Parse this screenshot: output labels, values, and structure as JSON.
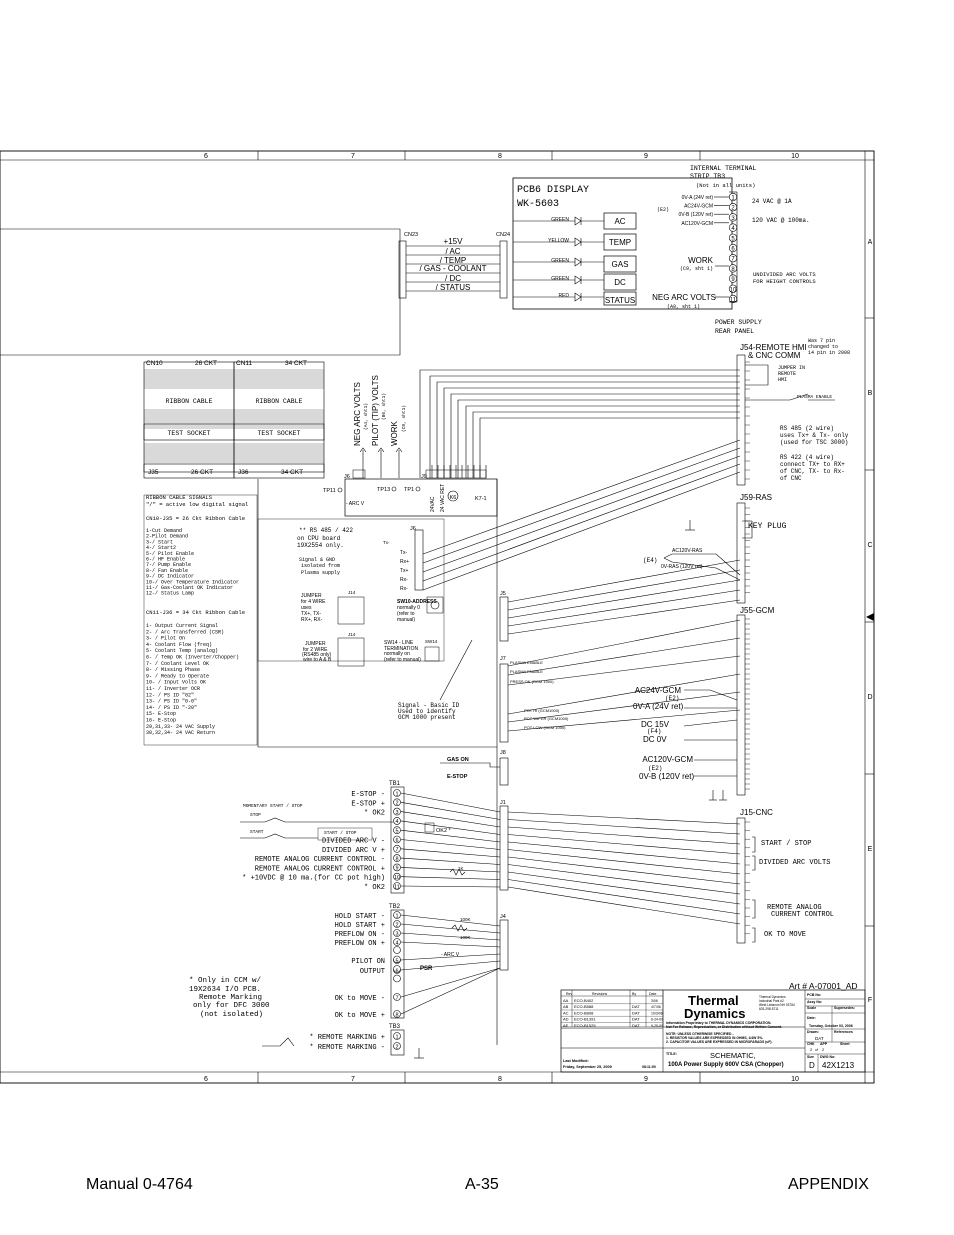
{
  "footer": {
    "manual": "Manual  0-4764",
    "page": "A-35",
    "section": "APPENDIX"
  },
  "frame": {
    "columns_top": [
      "6",
      "7",
      "8",
      "9",
      "10"
    ],
    "columns_bottom": [
      "6",
      "7",
      "8",
      "9",
      "10"
    ],
    "rows": [
      "A",
      "B",
      "C",
      "D",
      "E",
      "F"
    ]
  },
  "pcb6": {
    "title": "PCB6  DISPLAY",
    "part": "WK-5603",
    "leds": [
      "GREEN",
      "YELLOW",
      "GREEN",
      "GREEN",
      "RED"
    ],
    "indicators": [
      "AC",
      "TEMP",
      "GAS",
      "DC",
      "STATUS"
    ]
  },
  "cn23": "CN23",
  "cn24": "CN24",
  "cn_signals": [
    "+15V",
    "/ AC",
    "/ TEMP",
    "/ GAS - COOLANT",
    "/ DC",
    "/ STATUS"
  ],
  "tb3": {
    "title": "INTERNAL TERMINAL",
    "title2": "STRIP   TB3",
    "note": "(Not in all units)",
    "e2": "(E2)",
    "labels": [
      "0V-A (24V ret)",
      "AC24V-GCM",
      "0V-B (120V ret)",
      "AC120V-GCM"
    ],
    "right1": "24 VAC @ 1A",
    "right2": "120 VAC @ 100ma.",
    "work": "WORK",
    "work_ref": "(C9, sht 1)",
    "neg": "NEG ARC VOLTS",
    "neg_ref": "(A9, sht 1)",
    "div1": "UNDIVIDED ARC VOLTS",
    "div2": "FOR HEIGHT CONTROLS",
    "ps1": "POWER SUPPLY",
    "ps2": "REAR PANEL"
  },
  "cn10": {
    "name": "CN10",
    "ckt": "26 CKT",
    "ribbon": "RIBBON  CABLE",
    "socket": "TEST SOCKET",
    "j": "J35",
    "jckt": "26 CKT"
  },
  "cn11": {
    "name": "CN11",
    "ckt": "34 CKT",
    "ribbon": "RIBBON  CABLE",
    "socket": "TEST SOCKET",
    "j": "J36",
    "jckt": "34 CKT"
  },
  "vlabels": {
    "neg": "NEG ARC VOLTS",
    "neg_ref": "(A4, sht1)",
    "pilot": "PILOT (TIP) VOLTS",
    "pilot_ref": "(B6, sht1)",
    "work": "WORK",
    "work_ref": "(C9, sht1)"
  },
  "conn": {
    "j6": "J6",
    "j9": "J9",
    "tp11": "TP11",
    "tp13": "TP13",
    "tp1": "TP1",
    "arcv": "- ARC V",
    "k6": "K6",
    "k71": "K7-1",
    "vac24": "24VAC",
    "vacret": "24 VAC RET",
    "j8": "J8",
    "j5": "J5",
    "j7": "J7",
    "j1": "J1",
    "j4": "J4",
    "gason": "GAS ON",
    "estop": "E-STOP"
  },
  "j54": {
    "title": "J54-REMOTE HMI",
    "title2": "& CNC COMM",
    "note1": "Was 7 pin",
    "note2": "changed to",
    "note3": "14 pin in 2008",
    "jump1": "JUMPER IN",
    "jump2": "REMOTE",
    "jump3": "HMI",
    "plasma": "PLASMA ENABLE",
    "rs485_1": "RS 485 (2 wire)",
    "rs485_2": "uses Tx+ & Tx- only",
    "rs485_3": "(used for TSC 3000)",
    "rs422_1": "RS 422 (4 wire)",
    "rs422_2": "connect TX+ to RX+",
    "rs422_3": "of CNC, TX- to Rx-",
    "rs422_4": "of CNC"
  },
  "j59": {
    "title": "J59-RAS",
    "key": "KEY PLUG",
    "e4": "(E4)",
    "ac": "AC120V-RAS",
    "ov": "0V-RAS (120V ret)"
  },
  "j55": {
    "title": "J55-GCM",
    "ac24": "AC24V-GCM",
    "e2a": "(E2)",
    "ova": "0V-A (24V ret)",
    "dc15": "DC 15V",
    "f4": "(F4)",
    "dc0": "DC 0V",
    "ac120": "AC120V-GCM",
    "e2b": "(E2)",
    "ovb": "0V-B (120V ret)"
  },
  "j15": {
    "title": "J15-CNC",
    "start": "START / STOP",
    "div": "DIVIDED ARC VOLTS",
    "rac1": "REMOTE ANALOG",
    "rac2": "CURRENT CONTROL",
    "ok": "OK TO MOVE"
  },
  "legend": {
    "l1": "RIBBON CABLE SIGNALS",
    "l2": "\"/\" = active low digital signal",
    "l3": "CN10-J35 = 26 Ckt Ribbon Cable",
    "lines1": [
      "1-Cut Demand",
      "2-Pilot Demand",
      "3-/ Start",
      "4-/ Start2",
      "5-/ Pilot Enable",
      "6-/ HF Enable",
      "7-/ Pump Enable",
      "8-/ Fan Enable",
      "9-/ DC Indicator",
      "10-/ Over Temperature Indicator",
      "11-/ Gas-Coolant OK Indicator",
      "12-/ Status Lamp"
    ],
    "l4": "CN11-J36 = 34 Ckt Ribbon Cable",
    "lines2": [
      "1- Output Current Signal",
      "2- / Arc Transferred  (CSR)",
      "3- / Pilot On",
      "4- Coolant Flow (freq)",
      "5- Coolant Temp (analog)",
      "6- / Temp OK (Inverter/Chopper)",
      "7- / Coolant Level OK",
      "8- / Missing Phase",
      "9- / Ready to Operate",
      "10- / Input Volts OK",
      "11- / Inverter OCR",
      "12- / PS ID \"02\"",
      "13- / PS ID \"0-0\"",
      "14- / PS ID \"-20\"",
      "15- E-Stop",
      "16- E-Stop",
      "29,31,33- 24 VAC Supply",
      "30,32,34- 24 VAC Return"
    ]
  },
  "rs485box": {
    "l1": "** RS 485 / 422",
    "l2": "on CPU board",
    "l3": "19X2554 only.",
    "l4": "Signal & GND",
    "l5": "isolated from",
    "l6": "Plasma supply"
  },
  "j6pins": [
    "Tx-",
    "Rx+",
    "Tx+",
    "Rx-",
    "Rx-"
  ],
  "j14a": {
    "name": "J14",
    "t1": "JUMPER",
    "t2": "for 4 WIRE",
    "t3": "uses",
    "t4": "TX+, TX-",
    "t5": "RX+, RX-"
  },
  "j14b": {
    "name": "J14",
    "t1": "JUMPER",
    "t2": "for 2 WIRE",
    "t3": "(RS485 only)",
    "t4": "wire to A & B"
  },
  "sw10": {
    "t1": "SW10-ADDRESS",
    "t2": "normally 0",
    "t3": "(refer to",
    "t4": "manual)"
  },
  "sw14": {
    "name": "SW14",
    "t1": "SW14 - LINE",
    "t2": "TERMINATION",
    "t3": "normally on",
    "t4": "(refer to manual)"
  },
  "sigbasic": {
    "l1": "Signal - Basic ID",
    "l2": "Used to identify",
    "l3": "GCM 1000 present"
  },
  "j7sig": [
    "PLASMA ENABLE",
    "PLASMA ENABLE",
    "PRESS OK (GCM 1000)",
    "POT HI (GCM1000)",
    "POT WIPER (GCM1000)",
    "POT LOW (GCM 1000)"
  ],
  "tb1": {
    "name": "TB1",
    "labels": [
      "E-STOP -",
      "E-STOP +",
      "* OK2",
      "",
      "",
      "DIVIDED ARC V -",
      "DIVIDED ARC V +",
      "REMOTE ANALOG CURRENT CONTROL -",
      "REMOTE ANALOG CURRENT CONTROL +",
      "* +10VDC @ 10 ma.(for CC pot high)",
      "* OK2"
    ],
    "momentary": "MOMENTARY  START / STOP",
    "stop": "STOP",
    "start": "START",
    "startstop": "START / STOP",
    "ok2": "OK2 *"
  },
  "tb2": {
    "name": "TB2",
    "labels": [
      "HOLD START -",
      "HOLD START +",
      "PREFLOW ON -",
      "PREFLOW ON +",
      "PILOT ON",
      "OUTPUT",
      "OK to MOVE -",
      "OK to MOVE +"
    ],
    "psr": "PSR",
    "k1": "1K",
    "k100": "100K",
    "k100b": "100K",
    "arcv": "- ARC V"
  },
  "tb3b": {
    "name": "TB3",
    "labels": [
      "* REMOTE MARKING  +",
      "* REMOTE MARKING  -"
    ]
  },
  "note": {
    "l1": "*  Only in CCM w/",
    "l2": "19X2634 I/O PCB.",
    "l3": "Remote Marking",
    "l4": "only for DFC 3000",
    "l5": "(not isolated)"
  },
  "art": "Art # A-07001_AD",
  "titleblock": {
    "revs": [
      [
        "AA",
        "ECO-B402",
        "",
        "",
        "3/06"
      ],
      [
        "AB",
        "ECO-B588",
        "",
        "DAT",
        "4/7/06"
      ],
      [
        "AC",
        "ECO-B898",
        "",
        "DAT",
        "10/3/06"
      ],
      [
        "AD",
        "ECO-B1391",
        "",
        "DAT",
        "6-24-09"
      ],
      [
        "AE",
        "ECO-B1525",
        "",
        "DAT",
        "9-25-09"
      ]
    ],
    "rev_h": "Rev",
    "revisions_h": "Revisions",
    "by_h": "By",
    "date_h": "Date",
    "company": "Thermal",
    "company2": "Dynamics",
    "addr1": "Thermal Dynamics",
    "addr2": "Industrial Park #2",
    "addr3": "West Lebanon NH 03784",
    "addr4": "603-298-5711",
    "info": "Information Proprietary to THERMAL DYNAMICS CORPORATION.",
    "info2": "Not For Release, Reproduction, or Distribution without Written Consent.",
    "notes1": "NOTE: UNLESS OTHERWISE SPECIFIED -",
    "notes2": "1. RESISTOR VALUES ARE EXPRESSED IN OHMS, 1/4W 5%.",
    "notes3": "2. CAPACITOR VALUES ARE EXPRESSED IN MICROFARADS (uF).",
    "title_h": "TITLE:",
    "title": "SCHEMATIC,",
    "subtitle": "100A Power Supply 600V  CSA (Chopper)",
    "last": "Last Modified:",
    "lastdate": "Friday, September 25, 2009",
    "time": "08:11:50",
    "pcbno": "PCB No:",
    "assyno": "Assy No:",
    "scale": "Scale",
    "supersedes": "Supersedes:",
    "date_l": "Date:",
    "date": "Tuesday, October 03, 2006",
    "drawn": "Drawn:",
    "drawn_by": "DAT",
    "refs": "References",
    "chk": "CHK",
    "app": "APP",
    "sheet": "Sheet",
    "sheetno": "2",
    "of": "of",
    "sheets": "2",
    "size": "Size",
    "sizeval": "D",
    "dwgno": "DWG No:",
    "dwg": "42X1213"
  }
}
